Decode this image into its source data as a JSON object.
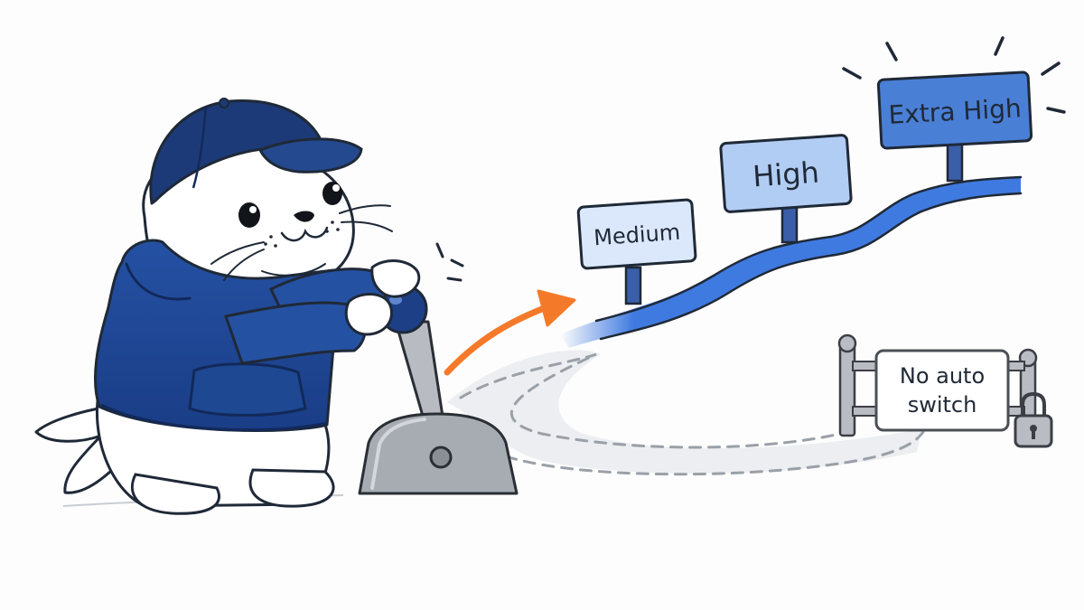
{
  "levels": [
    {
      "label": "Medium",
      "fill": "#dbe8fb"
    },
    {
      "label": "High",
      "fill": "#b1cdf4"
    },
    {
      "label": "Extra High",
      "fill": "#4a7fd6"
    }
  ],
  "gate": {
    "label_line1": "No auto",
    "label_line2": "switch"
  },
  "colors": {
    "outline": "#1f2937",
    "hoodie": "#1e4490",
    "cap": "#1d3a78",
    "path_blue": "#3f7ae0",
    "arrow_orange": "#f47a2a",
    "metal": "#9aa0a8"
  }
}
